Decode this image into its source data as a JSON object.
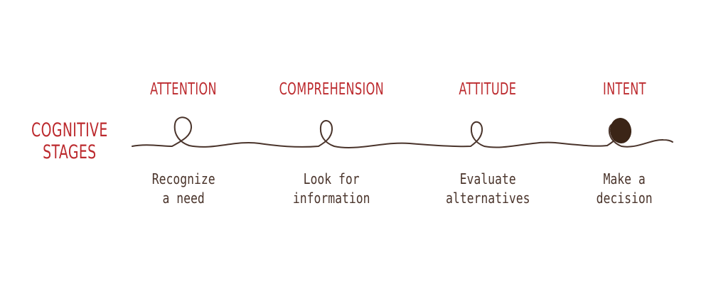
{
  "title": {
    "line1": "COGNITIVE",
    "line2": "STAGES"
  },
  "colors": {
    "accent_red": "#bc2a2e",
    "line_brown": "#4a342b",
    "loop_fill_brown": "#3b2517",
    "background": "#ffffff"
  },
  "stages": [
    {
      "label": "ATTENTION",
      "desc_line1": "Recognize",
      "desc_line2": "a need",
      "loop": "open"
    },
    {
      "label": "COMPREHENSION",
      "desc_line1": "Look for",
      "desc_line2": "information",
      "loop": "open"
    },
    {
      "label": "ATTITUDE",
      "desc_line1": "Evaluate",
      "desc_line2": "alternatives",
      "loop": "open"
    },
    {
      "label": "INTENT",
      "desc_line1": "Make a",
      "desc_line2": "decision",
      "loop": "filled"
    }
  ]
}
